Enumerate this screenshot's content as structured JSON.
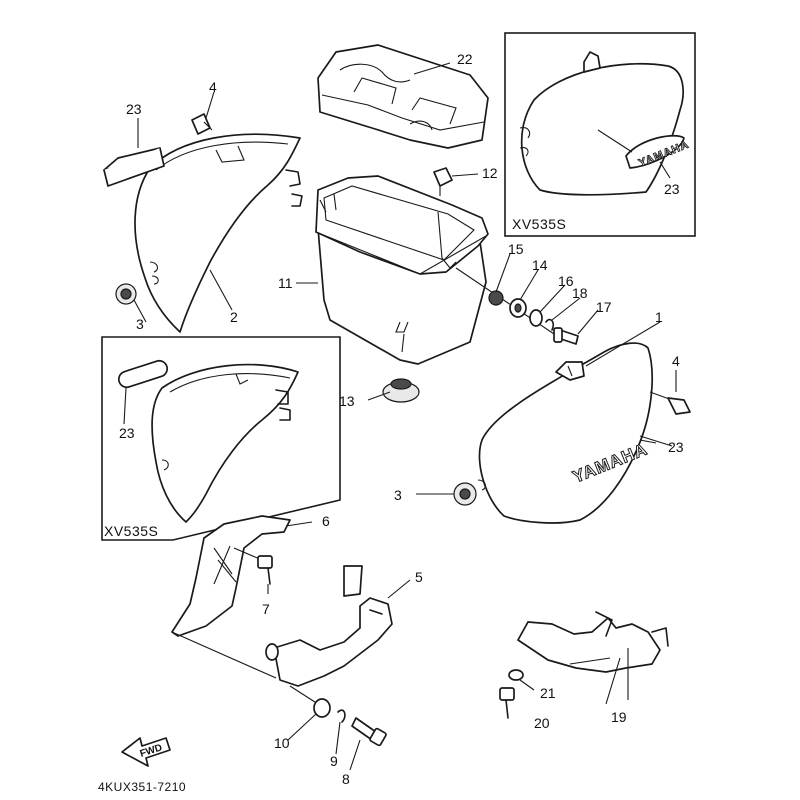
{
  "diagram": {
    "drawing_code": "4KUX351-7210",
    "variant_label": "XV535S",
    "brand_mark": "YAMAHA",
    "direction_arrow": "FWD",
    "callouts": {
      "1": "1",
      "2": "2",
      "3": "3",
      "4": "4",
      "5": "5",
      "6": "6",
      "7": "7",
      "8": "8",
      "9": "9",
      "10": "10",
      "11": "11",
      "12": "12",
      "13": "13",
      "14": "14",
      "15": "15",
      "16": "16",
      "17": "17",
      "18": "18",
      "19": "19",
      "20": "20",
      "21": "21",
      "22": "22",
      "23": "23"
    }
  }
}
